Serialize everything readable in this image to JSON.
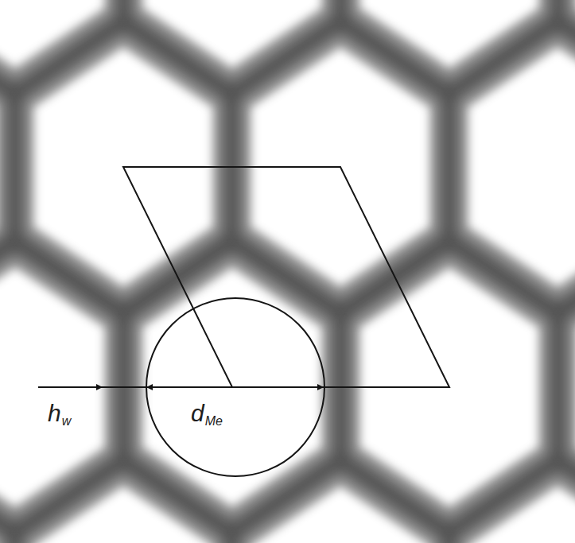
{
  "diagram": {
    "labels": [
      "h",
      "w",
      "d",
      "Me"
    ]
  }
}
